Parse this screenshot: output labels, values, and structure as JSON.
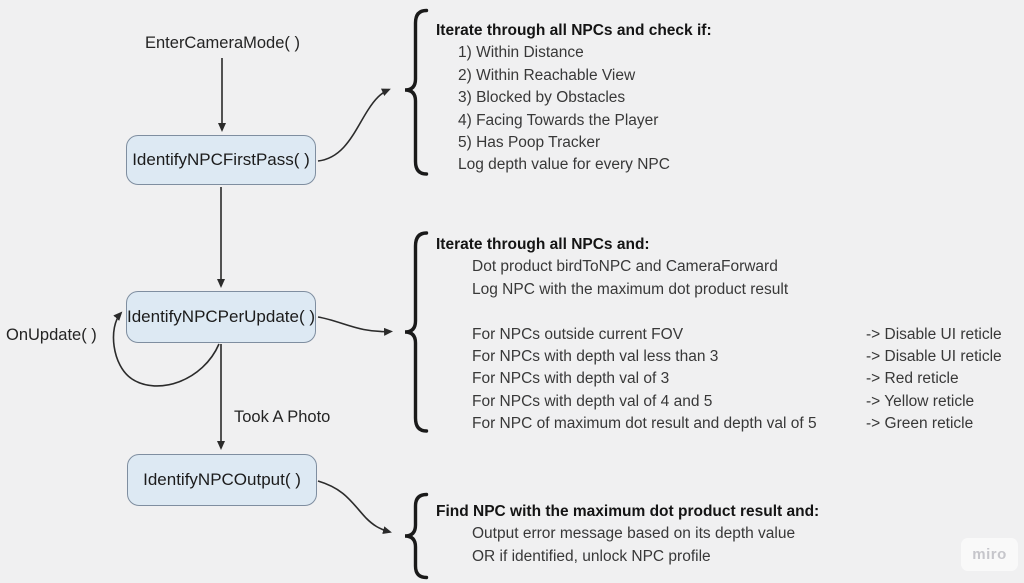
{
  "board": {
    "background": "#f0f0f1",
    "watermark": "miro"
  },
  "flow": {
    "start_label": "EnterCameraMode( )",
    "onupdate_label": "OnUpdate( )",
    "took_photo_label": "Took A Photo",
    "nodes": [
      {
        "label": "IdentifyNPCFirstPass( )"
      },
      {
        "label": "IdentifyNPCPerUpdate( )"
      },
      {
        "label": "IdentifyNPCOutput( )"
      }
    ],
    "node_fill": "#dde9f3",
    "node_border": "#7f8ea0",
    "connector_color": "#2b2b2b",
    "brace_color": "#1a1a1a"
  },
  "notes": [
    {
      "title": "Iterate through all NPCs and check if:",
      "lines": [
        "1) Within Distance",
        "2) Within Reachable View",
        "3) Blocked by Obstacles",
        "4) Facing Towards the Player",
        "5) Has Poop Tracker",
        "Log depth value for every NPC"
      ]
    },
    {
      "title": "Iterate through all NPCs and:",
      "lines": [
        "Dot product birdToNPC and CameraForward",
        "Log NPC with the maximum dot product result"
      ],
      "conditions": [
        {
          "condition": "For NPCs outside current FOV",
          "outcome": "-> Disable UI reticle"
        },
        {
          "condition": "For NPCs with depth val less than 3",
          "outcome": "-> Disable UI reticle"
        },
        {
          "condition": "For NPCs with depth val of 3",
          "outcome": "-> Red reticle"
        },
        {
          "condition": "For NPCs with depth val of 4 and 5",
          "outcome": "-> Yellow reticle"
        },
        {
          "condition": "For NPC of maximum dot result and depth val of 5",
          "outcome": "-> Green reticle"
        }
      ]
    },
    {
      "title": "Find NPC with the maximum dot product result and:",
      "lines": [
        "Output error message based on its depth value",
        "OR if identified, unlock NPC profile"
      ]
    }
  ]
}
